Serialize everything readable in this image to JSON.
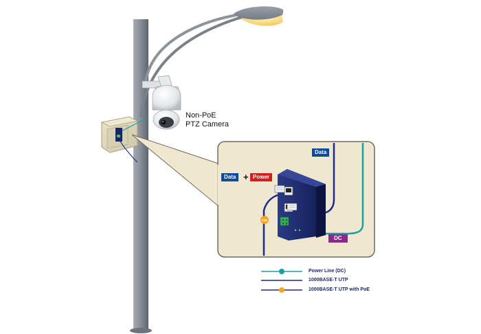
{
  "camera": {
    "line1": "Non-PoE",
    "line2": "PTZ Camera"
  },
  "tags": {
    "data_top": "Data",
    "data_left": "Data",
    "plus": "+",
    "power": "Power",
    "dc": "DC",
    "poe": "PoE"
  },
  "legend": [
    {
      "label": "Power Line (DC)",
      "color": "#1aa0a0",
      "dot": "teal"
    },
    {
      "label": "1000BASE-T UTP",
      "color": "#1c2a8a",
      "dot": "none"
    },
    {
      "label": "1000BASE-T UTP with PoE",
      "color": "#1c2a8a",
      "dot": "orange"
    }
  ],
  "colors": {
    "data_tag": "#0d4a9a",
    "power_tag": "#d11f1f",
    "dc_tag": "#8a2a8a",
    "panel_bg": "#efe7cf",
    "pole": "#8b9098",
    "cable_blue": "#1c2a8a",
    "cable_teal": "#1aa0a0",
    "poe_dot": "#f5a623"
  }
}
